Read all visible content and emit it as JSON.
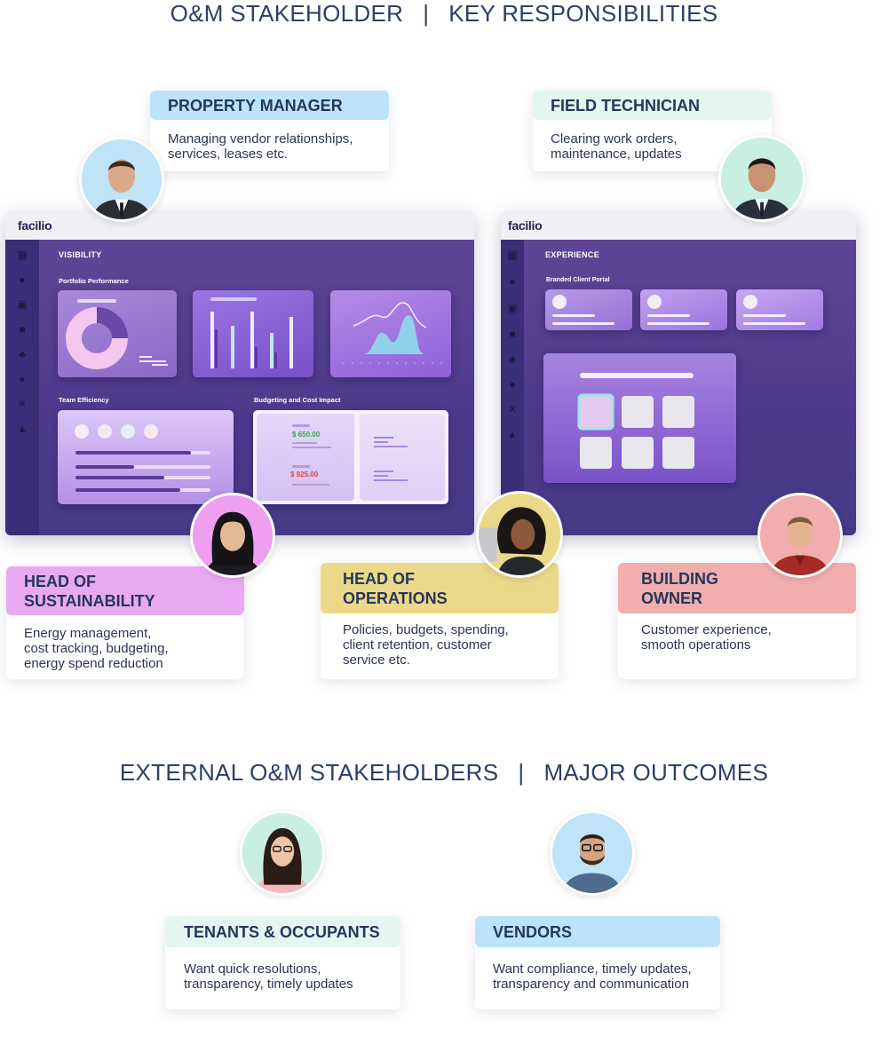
{
  "headings": {
    "top_left": "O&M STAKEHOLDER",
    "top_right": "KEY RESPONSIBILITIES",
    "bottom_left": "EXTERNAL O&M STAKEHOLDERS",
    "bottom_right": "MAJOR OUTCOMES",
    "separator": "|"
  },
  "roles": {
    "property_manager": {
      "title": "PROPERTY MANAGER",
      "desc": "Managing vendor relationships,\nservices, leases etc.",
      "color": "#bde3fa"
    },
    "field_technician": {
      "title": "FIELD TECHNICIAN",
      "desc": "Clearing work orders,\nmaintenance, updates",
      "color": "#e3f6ef"
    },
    "head_sustainability": {
      "title_line1": "HEAD OF",
      "title_line2": "SUSTAINABILITY",
      "desc": "Energy management,\ncost tracking, budgeting,\nenergy spend reduction",
      "color": "#e9a9f2"
    },
    "head_operations": {
      "title_line1": "HEAD OF",
      "title_line2": "OPERATIONS",
      "desc": "Policies, budgets, spending,\nclient retention, customer\nservice etc.",
      "color": "#ebd98a"
    },
    "building_owner": {
      "title_line1": "BUILDING",
      "title_line2": "OWNER",
      "desc": "Customer experience,\nsmooth operations",
      "color": "#f0aeae"
    },
    "tenants": {
      "title": "TENANTS & OCCUPANTS",
      "desc": "Want quick resolutions,\ntransparency, timely updates",
      "color": "#e3f6ef"
    },
    "vendors": {
      "title": "VENDORS",
      "desc": "Want compliance, timely updates,\ntransparency and communication",
      "color": "#bde3fa"
    }
  },
  "dashboard_left": {
    "logo": "facilio",
    "section": "VISIBILITY",
    "portfolio_label": "Portfolio Performance",
    "team_label": "Team Efficiency",
    "budget_label": "Budgeting and Cost Impact",
    "amount_1": "$ 650.00",
    "amount_2": "$ 925.00",
    "amount_1_color": "#3aa44a",
    "amount_2_color": "#e0483a"
  },
  "dashboard_right": {
    "logo": "facilio",
    "section": "EXPERIENCE",
    "portal_label": "Branded Client Portal"
  }
}
